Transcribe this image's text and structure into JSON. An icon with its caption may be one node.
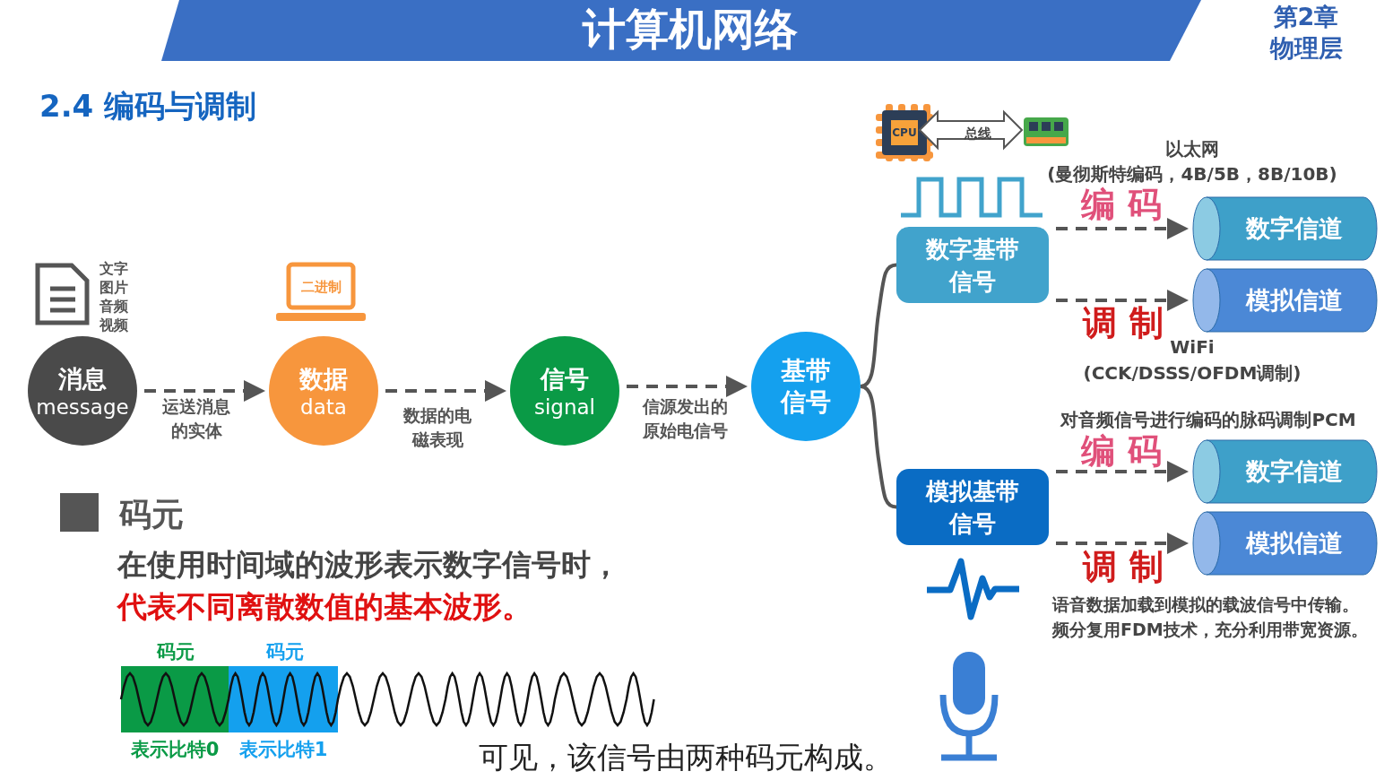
{
  "diagram": {
    "title": "计算机网络",
    "nodes": [
      {
        "text": [
          "消息",
          "message"
        ]
      },
      {
        "text": [
          "数据",
          "data"
        ]
      },
      {
        "text": [
          "信号",
          "signal"
        ]
      },
      {
        "text": [
          "基带信号"
        ]
      },
      {
        "text": [
          "数字基带信号"
        ]
      },
      {
        "text": [
          "模拟基带信号"
        ]
      },
      {
        "text": [
          "数字信道"
        ]
      },
      {
        "text": [
          "模拟信道"
        ]
      },
      {
        "text": [
          "数字信道"
        ]
      },
      {
        "text": [
          "模拟信道"
        ]
      },
      {
        "text": [
          "CPU"
        ]
      },
      {
        "text": [],
        "shape": "box"
      }
    ],
    "edges": [
      {
        "from": 0,
        "to": 1,
        "arrow": "to",
        "style": "dashed",
        "label": "运送消息的实体"
      },
      {
        "from": 1,
        "to": 2,
        "arrow": "to",
        "style": "dashed",
        "label": "数据的电磁表现"
      },
      {
        "from": 2,
        "to": 3,
        "arrow": "to",
        "style": "dashed",
        "label": "信源发出的原始电信号"
      },
      {
        "from": 3,
        "to": 4,
        "arrow": "none"
      },
      {
        "from": 3,
        "to": 5,
        "arrow": "none"
      },
      {
        "from": 4,
        "to": 6,
        "arrow": "to",
        "style": "dashed",
        "label": "编码"
      },
      {
        "from": 4,
        "to": 7,
        "arrow": "to",
        "style": "dashed",
        "label": "调制"
      },
      {
        "from": 5,
        "to": 8,
        "arrow": "to",
        "style": "dashed",
        "label": "编码"
      },
      {
        "from": 5,
        "to": 9,
        "arrow": "to",
        "style": "dashed",
        "label": "调制"
      },
      {
        "from": 10,
        "to": 11,
        "arrow": "both",
        "label": "总线"
      }
    ],
    "labels": [
      "第2章",
      "物理层",
      "2.4 编码与调制",
      "文字",
      "图片",
      "音频",
      "视频",
      "二进制",
      "以太网",
      "(曼彻斯特编码，4B/5B，8B/10B)",
      "WiFi",
      "(CCK/DSSS/OFDM调制)",
      "对音频信号进行编码的脉码调制PCM",
      "语音数据加载到模拟的载波信号中传输。",
      "频分复用FDM技术，充分利用带宽资源。",
      "码元",
      "在使用时间域的波形表示数字信号时，",
      "代表不同离散数值的基本波形。",
      "码元",
      "码元",
      "表示比特0",
      "表示比特1",
      "可见，该信号由两种码元构成。"
    ]
  }
}
